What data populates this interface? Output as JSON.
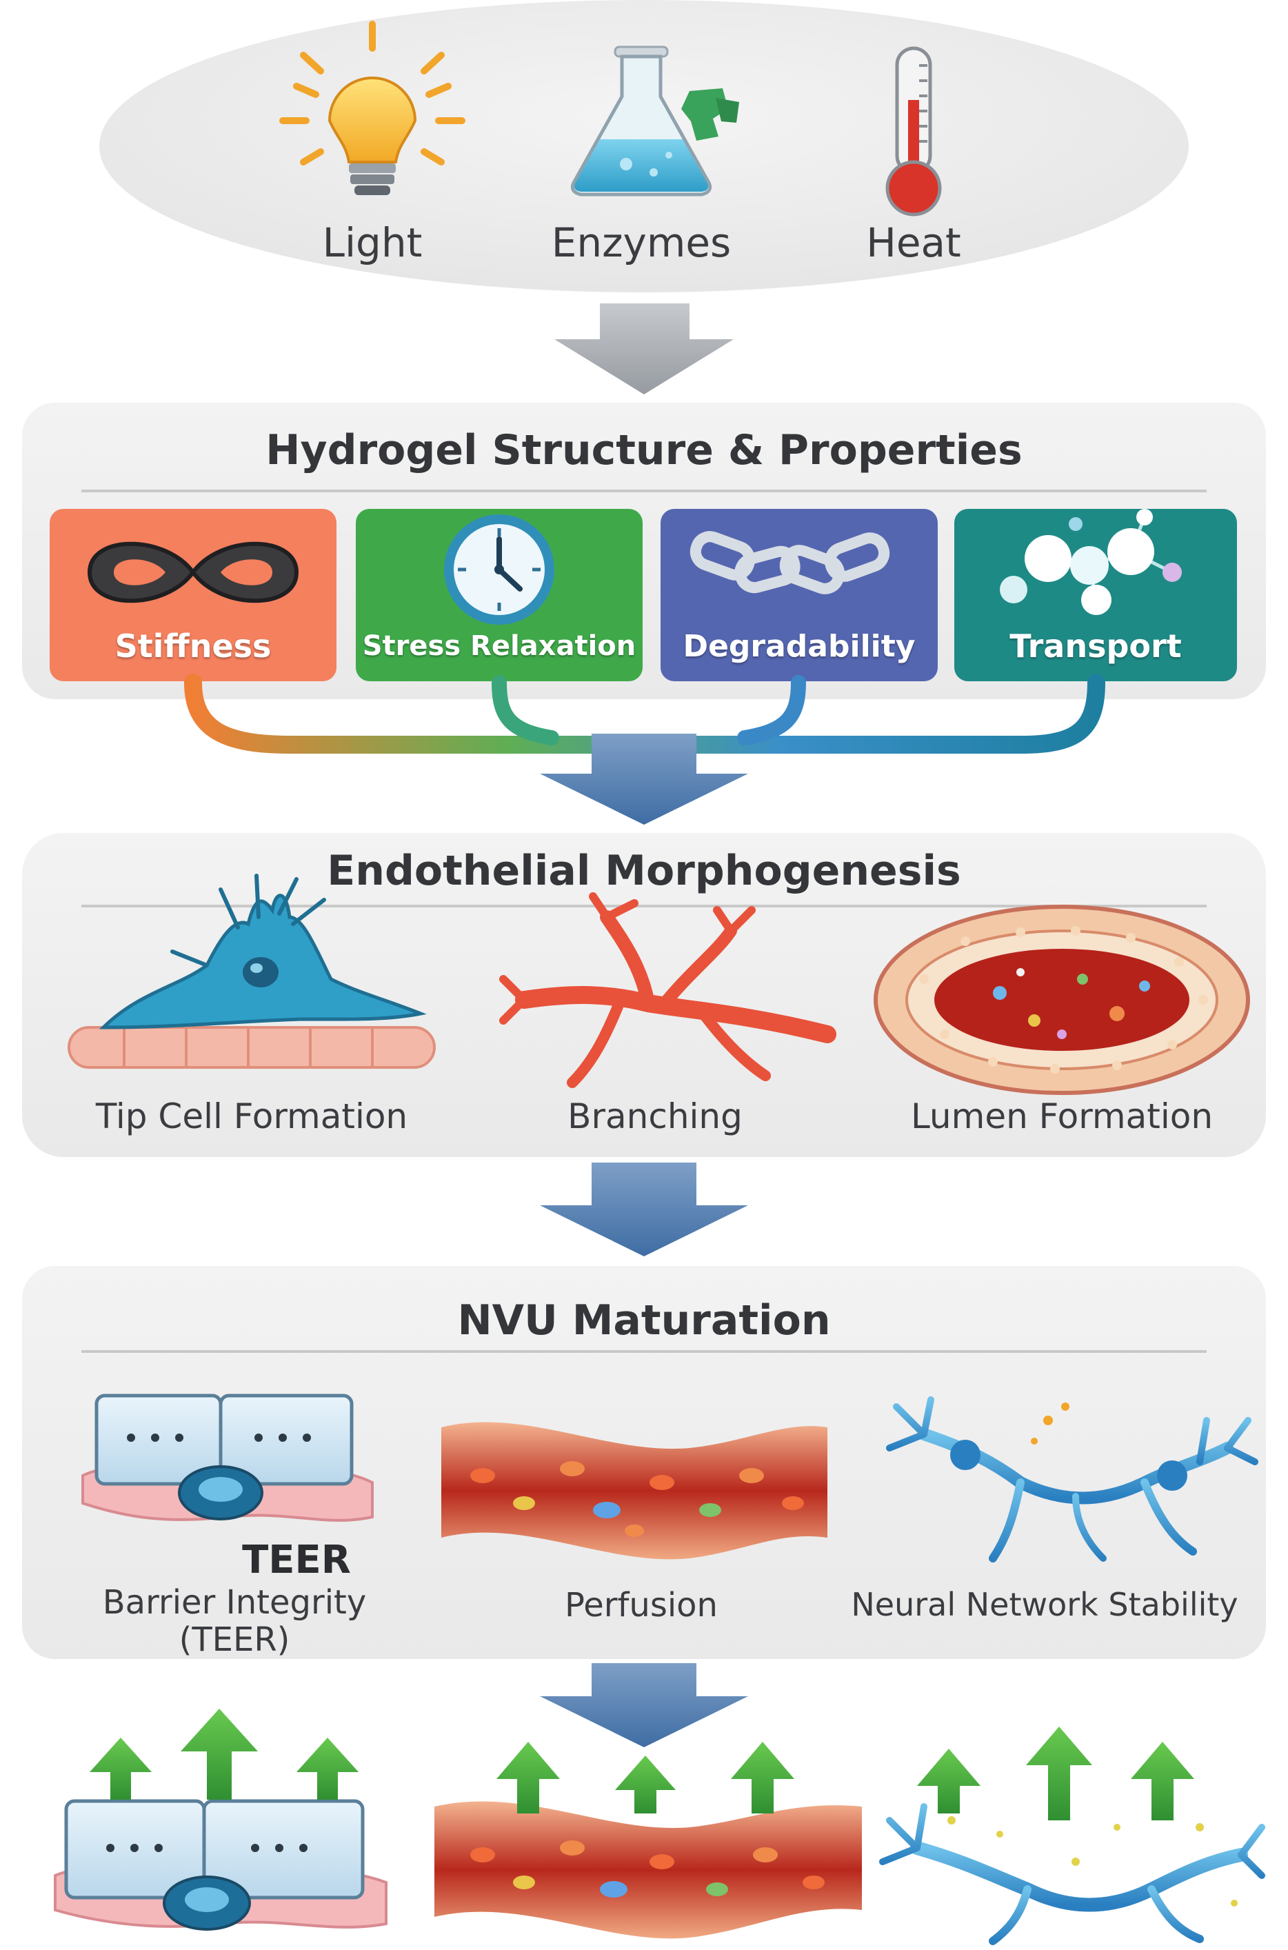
{
  "stimuli": {
    "items": [
      {
        "label": "Light",
        "icon": "light-bulb-icon"
      },
      {
        "label": "Enzymes",
        "icon": "flask-icon"
      },
      {
        "label": "Heat",
        "icon": "thermometer-icon"
      }
    ]
  },
  "hydrogel": {
    "title": "Hydrogel Structure & Properties",
    "properties": [
      {
        "label": "Stiffness",
        "icon": "infinity-band-icon",
        "color": "#f4805e"
      },
      {
        "label": "Stress Relaxation",
        "icon": "clock-icon",
        "color": "#3fa94a"
      },
      {
        "label": "Degradability",
        "icon": "chain-icon",
        "color": "#5566b0"
      },
      {
        "label": "Transport",
        "icon": "molecules-icon",
        "color": "#1e8a86"
      }
    ]
  },
  "morphogenesis": {
    "title": "Endothelial Morphogenesis",
    "items": [
      {
        "label": "Tip Cell Formation",
        "icon": "tip-cell-icon"
      },
      {
        "label": "Branching",
        "icon": "branching-vessel-icon"
      },
      {
        "label": "Lumen Formation",
        "icon": "lumen-cross-section-icon"
      }
    ]
  },
  "nvu": {
    "title": "NVU Maturation",
    "teer_heading": "TEER",
    "barrier_label_line1": "Barrier Integrity",
    "barrier_label_line2": "(TEER)",
    "perfusion_label": "Perfusion",
    "neural_label": "Neural Network Stability"
  },
  "colors": {
    "panel_bg": "#efefef",
    "arrow_gray": "#a9adb3",
    "arrow_blue": "#4f7bb0",
    "outcome_arrow": "#3ea63c"
  }
}
